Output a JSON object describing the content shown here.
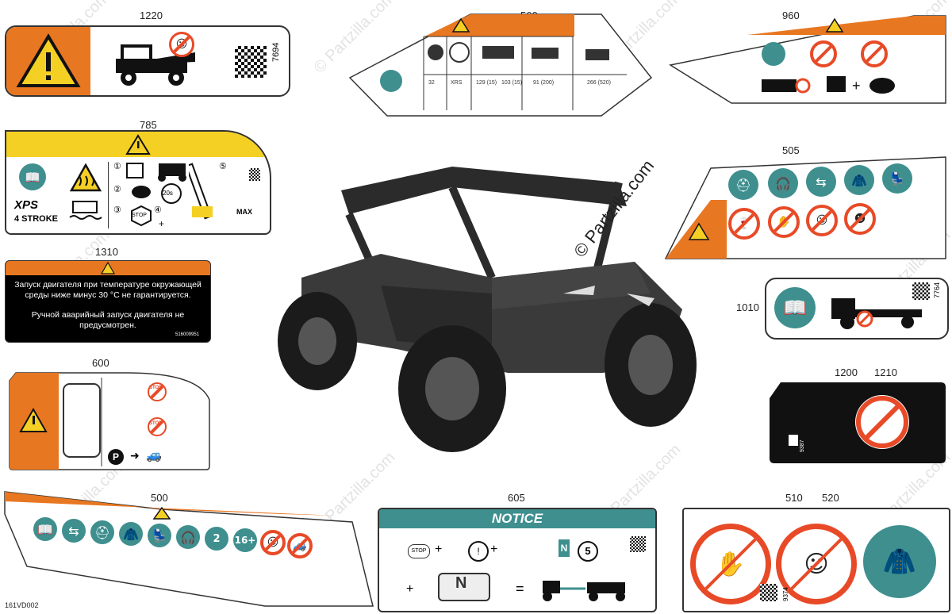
{
  "callouts": {
    "c1220": "1220",
    "c560": "560",
    "c960": "960",
    "c785": "785",
    "c505": "505",
    "c1310": "1310",
    "c1010": "1010",
    "c1200": "1200",
    "c1210": "1210",
    "c600": "600",
    "c500": "500",
    "c605": "605",
    "c510": "510",
    "c520": "520"
  },
  "labels": {
    "qr_1220": "7694",
    "qr_1010": "7764",
    "qr_510": "9374",
    "qr_1200": "9387",
    "xps": "XPS",
    "stroke": "4 STROKE",
    "max": "MAX",
    "time": "20s",
    "stop": "STOP",
    "notice": "NOTICE",
    "ru_line1": "Запуск двигателя при температуре окружающей",
    "ru_line2": "среды ниже минус 30 °C не гарантируется.",
    "ru_line3": "Ручной аварийный запуск двигателя не",
    "ru_line4": "предусмотрен.",
    "ru_code": "516009951",
    "age": "16+",
    "two_person": "2",
    "p_sign": "P",
    "n_sign": "N",
    "five": "5",
    "t560_values": [
      "32",
      "XRS",
      "129 (15)",
      "103 (15)",
      "91 (200)",
      "266 (520)"
    ],
    "diagram_code": "161VD002",
    "site": "Partzilla.com",
    "site_wm": "© Partzilla.com"
  },
  "colors": {
    "warning_orange": "#e87722",
    "warning_yellow": "#f5d024",
    "teal_icon": "#3f8f8f",
    "prohibit_red": "#e84a27",
    "notice_teal": "#3f8f8f"
  }
}
